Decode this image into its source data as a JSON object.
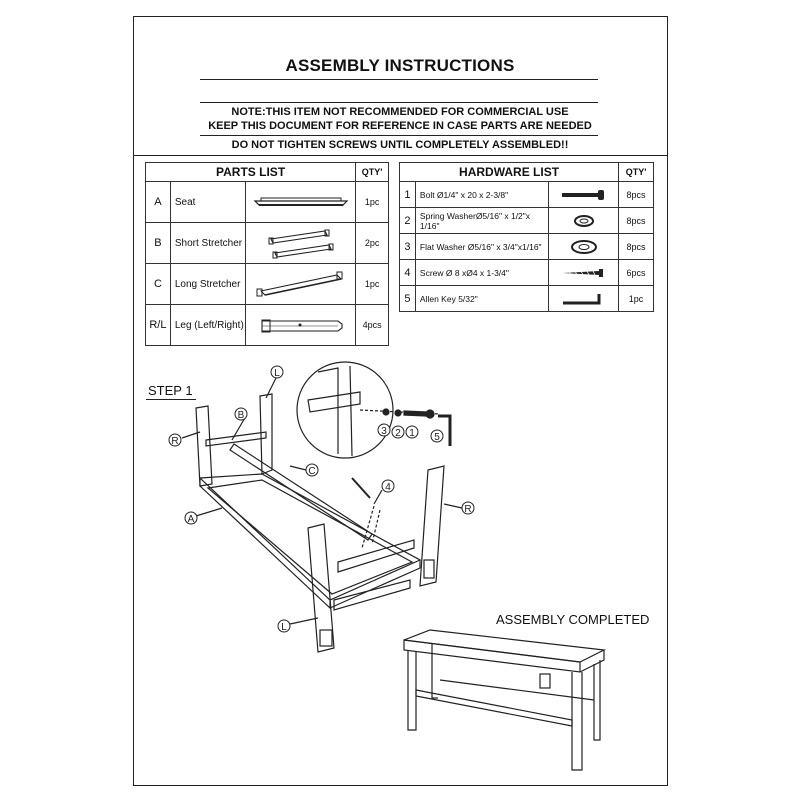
{
  "title": "ASSEMBLY INSTRUCTIONS",
  "notes": [
    "NOTE:THIS ITEM NOT RECOMMENDED FOR COMMERCIAL USE",
    "KEEP THIS DOCUMENT FOR REFERENCE IN CASE PARTS ARE NEEDED",
    "DO NOT TIGHTEN SCREWS UNTIL COMPLETELY ASSEMBLED!!"
  ],
  "parts_list": {
    "header": "PARTS LIST",
    "qty_header": "QTY'",
    "rows": [
      {
        "id": "A",
        "name": "Seat",
        "qty": "1pc"
      },
      {
        "id": "B",
        "name": "Short Stretcher",
        "qty": "2pc"
      },
      {
        "id": "C",
        "name": "Long Stretcher",
        "qty": "1pc"
      },
      {
        "id": "R/L",
        "name": "Leg (Left/Right)",
        "qty": "4pcs"
      }
    ]
  },
  "hardware_list": {
    "header": "HARDWARE LIST",
    "qty_header": "QTY'",
    "rows": [
      {
        "id": "1",
        "name": "Bolt Ø1/4\" x 20 x 2-3/8\"",
        "qty": "8pcs",
        "icon": "bolt-icon"
      },
      {
        "id": "2",
        "name": "Spring WasherØ5/16\" x 1/2\"x 1/16\"",
        "qty": "8pcs",
        "icon": "spring-washer-icon"
      },
      {
        "id": "3",
        "name": "Flat Washer Ø5/16\" x 3/4\"x1/16\"",
        "qty": "8pcs",
        "icon": "flat-washer-icon"
      },
      {
        "id": "4",
        "name": "Screw Ø 8 xØ4 x 1-3/4\"",
        "qty": "6pcs",
        "icon": "screw-icon"
      },
      {
        "id": "5",
        "name": "Allen Key 5/32\"",
        "qty": "1pc",
        "icon": "allen-key-icon"
      }
    ]
  },
  "step": "STEP 1",
  "completed_label": "ASSEMBLY COMPLETED",
  "callouts": {
    "leg_left": "L",
    "leg_right": "R",
    "seat": "A",
    "short_stretcher": "B",
    "long_stretcher": "C",
    "hw1": "1",
    "hw2": "2",
    "hw3": "3",
    "hw4": "4",
    "hw5": "5"
  }
}
